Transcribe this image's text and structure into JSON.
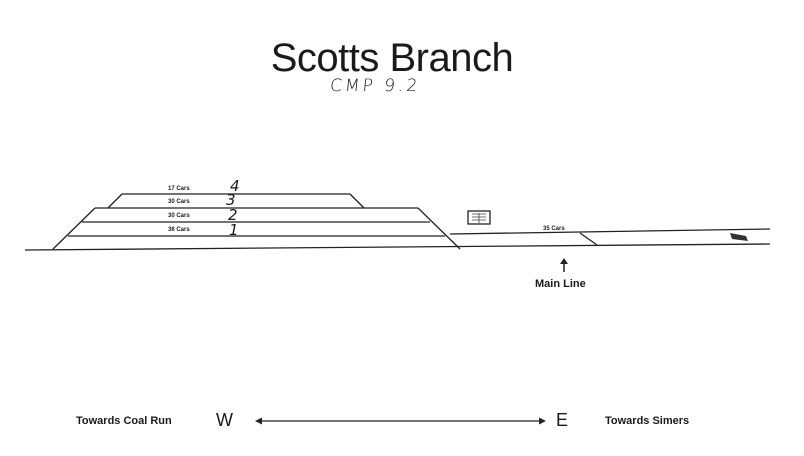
{
  "title": "Scotts Branch",
  "subtitle": "CMP 9.2",
  "yard_tracks": [
    {
      "number": "4",
      "capacity": "17 Cars"
    },
    {
      "number": "3",
      "capacity": "30 Cars"
    },
    {
      "number": "2",
      "capacity": "30 Cars"
    },
    {
      "number": "1",
      "capacity": "36 Cars"
    }
  ],
  "siding_capacity": "35 Cars",
  "main_line_label": "Main Line",
  "compass": {
    "west": "W",
    "east": "E",
    "west_label": "Towards Coal Run",
    "east_label": "Towards Simers"
  },
  "icons": [
    "building-icon",
    "locomotive-icon",
    "up-arrow-icon",
    "double-arrow-icon"
  ]
}
